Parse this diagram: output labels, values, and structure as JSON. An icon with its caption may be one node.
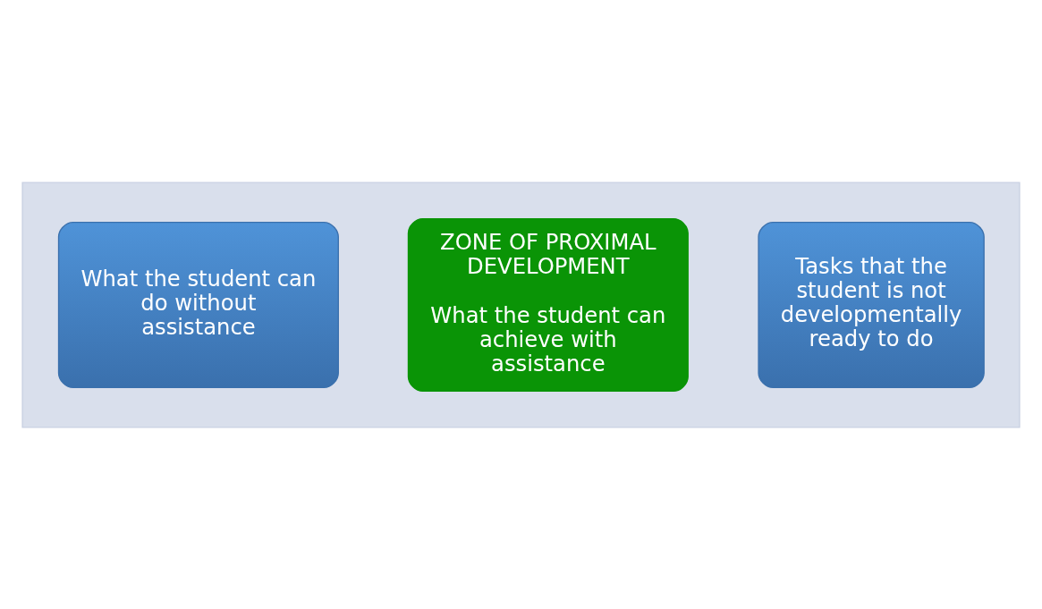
{
  "diagram": {
    "nodes": [
      {
        "text": [],
        "shape": "arrow"
      },
      {
        "text": [
          "What the student can do without assistance"
        ],
        "in": 0
      },
      {
        "text": [
          "ZONE OF PROXIMAL DEVELOPMENT",
          "What the student can achieve with assistance"
        ],
        "in": 0
      },
      {
        "text": [
          "Tasks that the student is not developmentally ready to do"
        ],
        "in": 0
      }
    ],
    "edges": []
  }
}
